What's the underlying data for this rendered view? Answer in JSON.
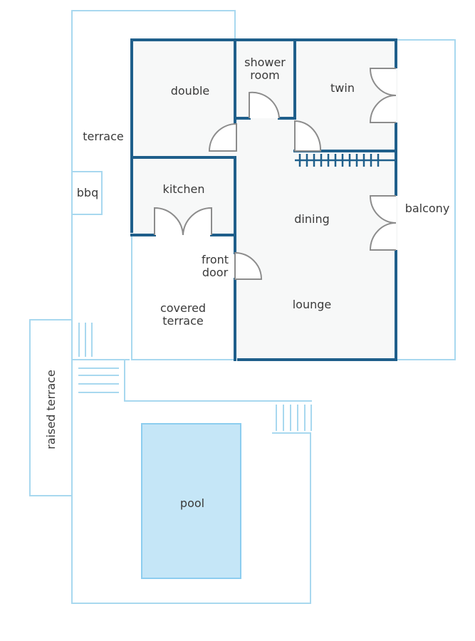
{
  "colors": {
    "background": "#ffffff",
    "wall_dark": "#1f5f8b",
    "outline_light": "#a8d8ef",
    "room_fill": "#f7f8f8",
    "pool_fill": "#c5e6f7",
    "pool_stroke": "#8ccdef",
    "door_stroke": "#8c8c8c",
    "label": "#3a3a3a"
  },
  "rooms": {
    "double": "double",
    "shower_room_line1": "shower",
    "shower_room_line2": "room",
    "twin": "twin",
    "terrace": "terrace",
    "bbq": "bbq",
    "kitchen": "kitchen",
    "dining": "dining",
    "balcony": "balcony",
    "front_door_line1": "front",
    "front_door_line2": "door",
    "covered_terrace_line1": "covered",
    "covered_terrace_line2": "terrace",
    "lounge": "lounge",
    "raised_terrace": "raised terrace",
    "pool": "pool"
  }
}
